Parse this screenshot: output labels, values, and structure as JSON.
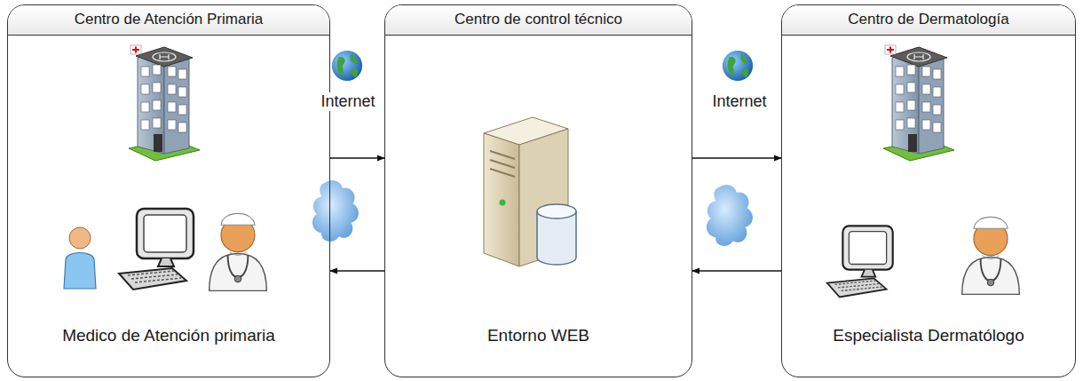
{
  "diagram": {
    "nodes": [
      {
        "text": [
          "Centro de Atención Primaria",
          "Medico de Atención primaria"
        ]
      },
      {
        "text": [
          "Centro de control técnico",
          "Entorno WEB"
        ]
      },
      {
        "text": [
          "Centro de Dermatología",
          "Especialista Dermatólogo"
        ]
      }
    ],
    "edges": [
      {
        "from": 0,
        "to": 1,
        "arrow": "to"
      },
      {
        "from": 1,
        "to": 0,
        "arrow": "to"
      },
      {
        "from": 1,
        "to": 2,
        "arrow": "to"
      },
      {
        "from": 2,
        "to": 1,
        "arrow": "to"
      }
    ],
    "labels": [
      "Internet",
      "Internet"
    ]
  }
}
